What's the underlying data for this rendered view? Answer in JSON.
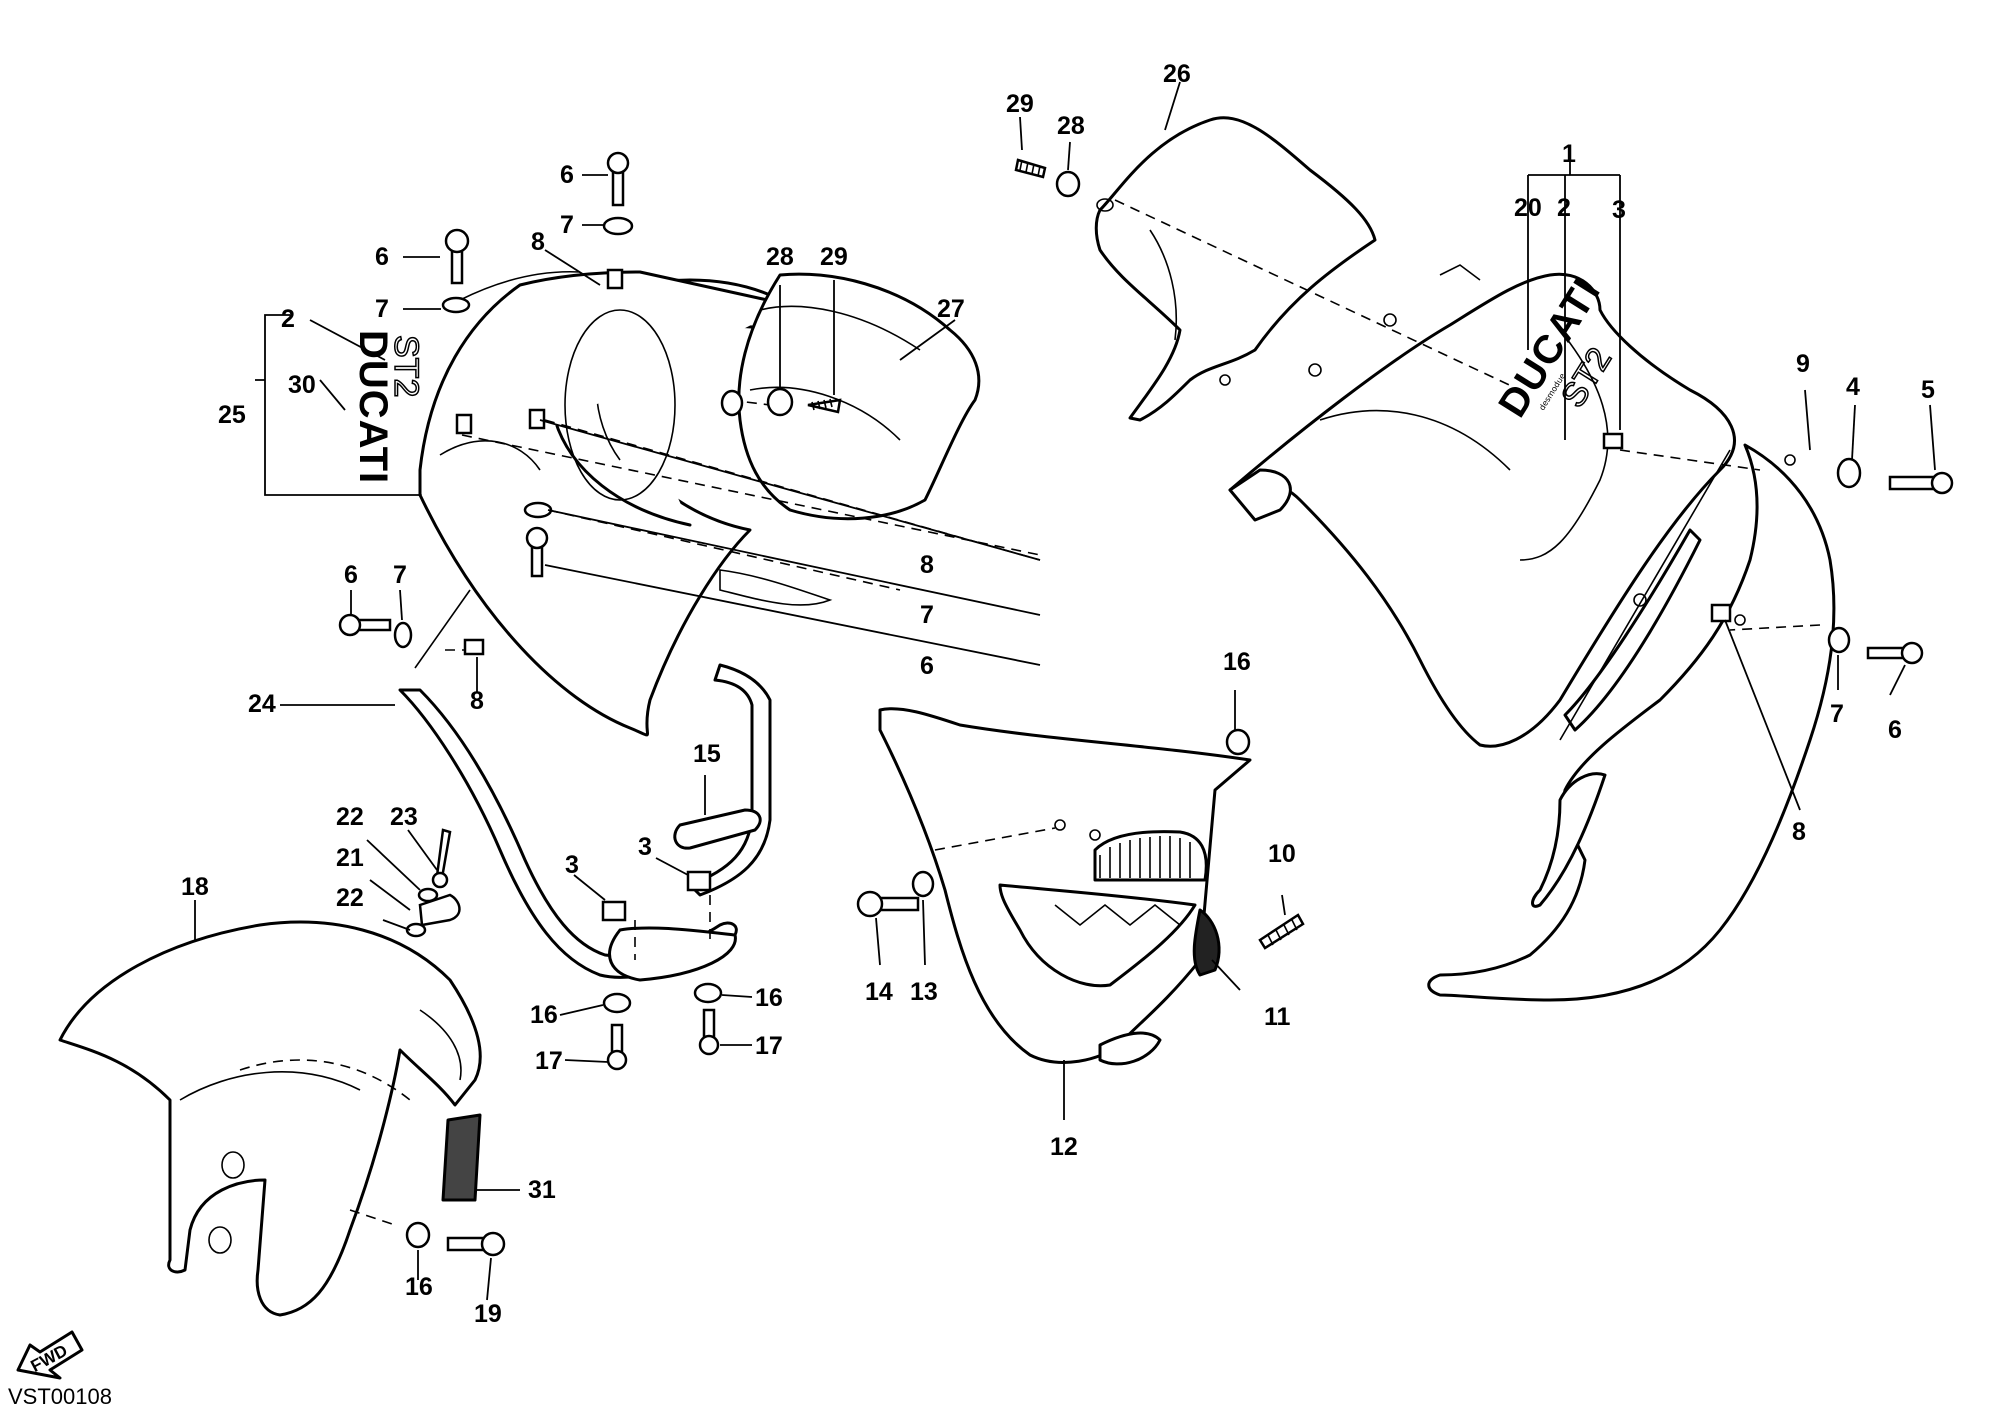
{
  "diagram": {
    "drawing_code": "VST00108",
    "direction_label": "FWD",
    "logo": {
      "brand": "DUCATI",
      "model": "ST2",
      "tagline": "desmodue"
    },
    "callouts": [
      {
        "id": "c1",
        "num": "1"
      },
      {
        "id": "c2a",
        "num": "2"
      },
      {
        "id": "c2b",
        "num": "2"
      },
      {
        "id": "c3a",
        "num": "3"
      },
      {
        "id": "c3b",
        "num": "3"
      },
      {
        "id": "c3c",
        "num": "3"
      },
      {
        "id": "c4",
        "num": "4"
      },
      {
        "id": "c5",
        "num": "5"
      },
      {
        "id": "c6a",
        "num": "6"
      },
      {
        "id": "c6b",
        "num": "6"
      },
      {
        "id": "c6c",
        "num": "6"
      },
      {
        "id": "c6d",
        "num": "6"
      },
      {
        "id": "c6e",
        "num": "6"
      },
      {
        "id": "c7a",
        "num": "7"
      },
      {
        "id": "c7b",
        "num": "7"
      },
      {
        "id": "c7c",
        "num": "7"
      },
      {
        "id": "c7d",
        "num": "7"
      },
      {
        "id": "c7e",
        "num": "7"
      },
      {
        "id": "c8a",
        "num": "8"
      },
      {
        "id": "c8b",
        "num": "8"
      },
      {
        "id": "c8c",
        "num": "8"
      },
      {
        "id": "c8d",
        "num": "8"
      },
      {
        "id": "c9",
        "num": "9"
      },
      {
        "id": "c10",
        "num": "10"
      },
      {
        "id": "c11",
        "num": "11"
      },
      {
        "id": "c12",
        "num": "12"
      },
      {
        "id": "c13",
        "num": "13"
      },
      {
        "id": "c14",
        "num": "14"
      },
      {
        "id": "c15",
        "num": "15"
      },
      {
        "id": "c16a",
        "num": "16"
      },
      {
        "id": "c16b",
        "num": "16"
      },
      {
        "id": "c16c",
        "num": "16"
      },
      {
        "id": "c16d",
        "num": "16"
      },
      {
        "id": "c17a",
        "num": "17"
      },
      {
        "id": "c17b",
        "num": "17"
      },
      {
        "id": "c18",
        "num": "18"
      },
      {
        "id": "c19",
        "num": "19"
      },
      {
        "id": "c20",
        "num": "20"
      },
      {
        "id": "c21",
        "num": "21"
      },
      {
        "id": "c22a",
        "num": "22"
      },
      {
        "id": "c22b",
        "num": "22"
      },
      {
        "id": "c23",
        "num": "23"
      },
      {
        "id": "c24",
        "num": "24"
      },
      {
        "id": "c25",
        "num": "25"
      },
      {
        "id": "c26",
        "num": "26"
      },
      {
        "id": "c27",
        "num": "27"
      },
      {
        "id": "c28a",
        "num": "28"
      },
      {
        "id": "c28b",
        "num": "28"
      },
      {
        "id": "c29a",
        "num": "29"
      },
      {
        "id": "c29b",
        "num": "29"
      },
      {
        "id": "c30",
        "num": "30"
      },
      {
        "id": "c31",
        "num": "31"
      }
    ]
  }
}
